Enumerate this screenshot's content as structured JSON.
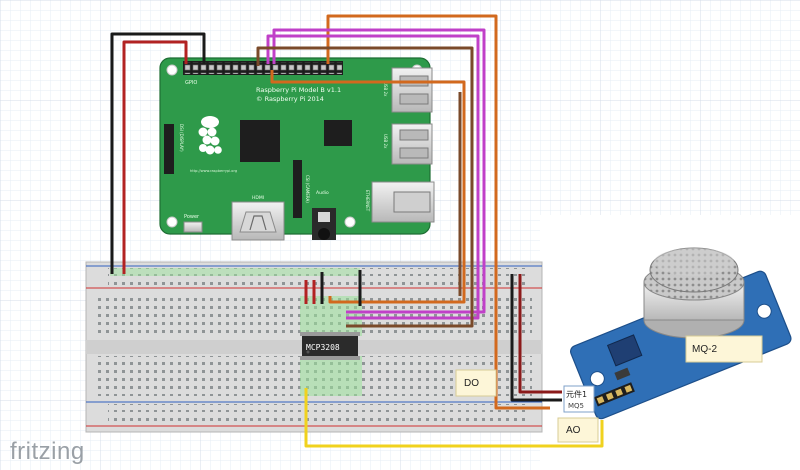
{
  "app": {
    "watermark": "fritzing"
  },
  "pi": {
    "gpio_label": "GPIO",
    "title": "Raspberry Pi Model B v1.1",
    "copyright": "© Raspberry Pi 2014",
    "usb1_label": "USB 2x",
    "usb2_label": "USB 2x",
    "dsi_label": "DSI (DISPLAY)",
    "csi_label": "CSI (CAMERA)",
    "hdmi_label": "HDMI",
    "power_label": "Power",
    "audio_label": "Audio",
    "ethernet_label": "ETHERNET",
    "url": "http://www.raspberrypi.org",
    "colors": {
      "pcb": "#2e9a4a",
      "pcb_dark": "#247a3a"
    }
  },
  "chip": {
    "label": "MCP3208"
  },
  "sensor": {
    "name": "MQ-2",
    "part_label": "元件1",
    "part_sub": "MQ5",
    "pins": {
      "do": "DO",
      "ao": "AO"
    }
  },
  "wire_colors": {
    "black": "#1a1a1a",
    "red": "#b22222",
    "orange": "#d2691e",
    "magenta": "#c040c8",
    "brown": "#7a4a2a",
    "yellow": "#f0d21e",
    "darkred": "#8b1a1a"
  }
}
